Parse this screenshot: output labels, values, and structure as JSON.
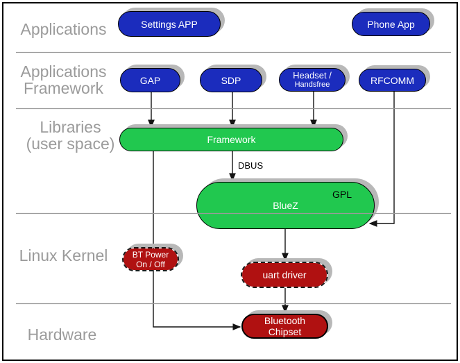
{
  "colors": {
    "blue": "#1b2cbd",
    "green": "#21c84f",
    "red": "#b01111",
    "gray": "#9b9b9b",
    "shadow": "#b8b8b8",
    "divider": "#9a9a9a",
    "line": "#141414"
  },
  "bands": {
    "applications": {
      "lines": [
        "Applications"
      ]
    },
    "app_framework": {
      "lines": [
        "Applications",
        "Framework"
      ]
    },
    "libraries": {
      "lines": [
        "Libraries",
        "(user space)"
      ]
    },
    "linux_kernel": {
      "lines": [
        "Linux Kernel"
      ]
    },
    "hardware": {
      "lines": [
        "Hardware"
      ]
    }
  },
  "nodes": {
    "settings_app": {
      "label": "Settings APP"
    },
    "phone_app": {
      "label": "Phone App"
    },
    "gap": {
      "label": "GAP"
    },
    "sdp": {
      "label": "SDP"
    },
    "headset": {
      "lines": [
        "Headset /",
        "Handsfree"
      ]
    },
    "rfcomm": {
      "label": "RFCOMM"
    },
    "framework": {
      "label": "Framework"
    },
    "bluez": {
      "label": "BlueZ",
      "badge": "GPL"
    },
    "bt_power": {
      "lines": [
        "BT Power",
        "On / Off"
      ]
    },
    "uart_driver": {
      "label": "uart driver"
    },
    "bluetooth_chipset": {
      "lines": [
        "Bluetooth",
        "Chipset"
      ]
    }
  },
  "edges": {
    "dbus_label": "DBUS",
    "connections": [
      "GAP -> Framework",
      "SDP -> Framework",
      "Headset/Handsfree -> Framework",
      "RFCOMM -> BlueZ",
      "Framework -> BlueZ (DBUS)",
      "Framework -> Bluetooth Chipset (via BT Power On/Off)",
      "BlueZ -> uart driver",
      "uart driver -> Bluetooth Chipset"
    ]
  }
}
